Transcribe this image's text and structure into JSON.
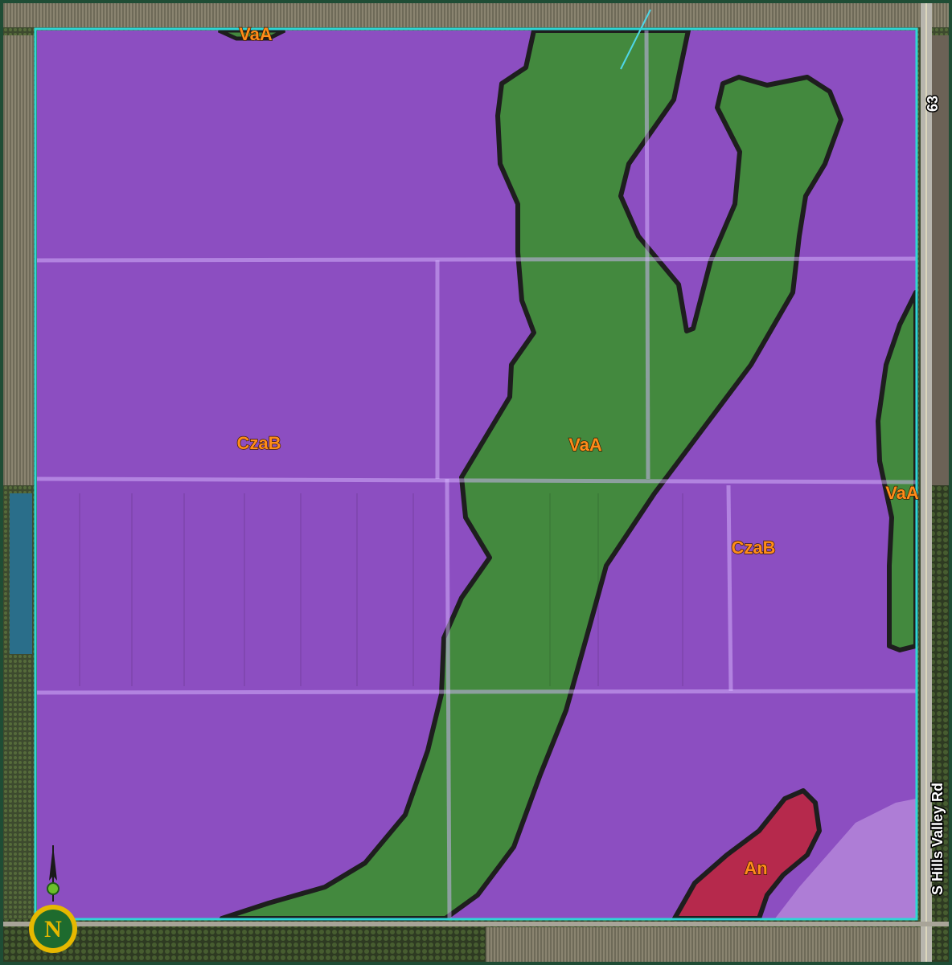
{
  "map": {
    "soil_units": [
      {
        "id": "czab-west",
        "symbol": "CzaB",
        "fill": "#9b4fe0"
      },
      {
        "id": "czab-east",
        "symbol": "CzaB",
        "fill": "#9b4fe0"
      },
      {
        "id": "vaa-top",
        "symbol": "VaA",
        "fill": "#2e9a1a"
      },
      {
        "id": "vaa-center",
        "symbol": "VaA",
        "fill": "#2e9a1a"
      },
      {
        "id": "vaa-east",
        "symbol": "VaA",
        "fill": "#2e9a1a"
      },
      {
        "id": "an",
        "symbol": "An",
        "fill": "#c0202e"
      }
    ],
    "roads": {
      "highway_shield": "63",
      "east_road": "S Hills Valley Rd"
    },
    "colors": {
      "parcel_boundary": "#2fd6d6",
      "soil_outline": "#1e1e1e",
      "label_fill": "#ff8c1a"
    },
    "logo": {
      "letter": "N",
      "color": "#1e6b2e",
      "ring": "#e6b800"
    },
    "north_arrow_icon": "north-arrow-icon"
  }
}
